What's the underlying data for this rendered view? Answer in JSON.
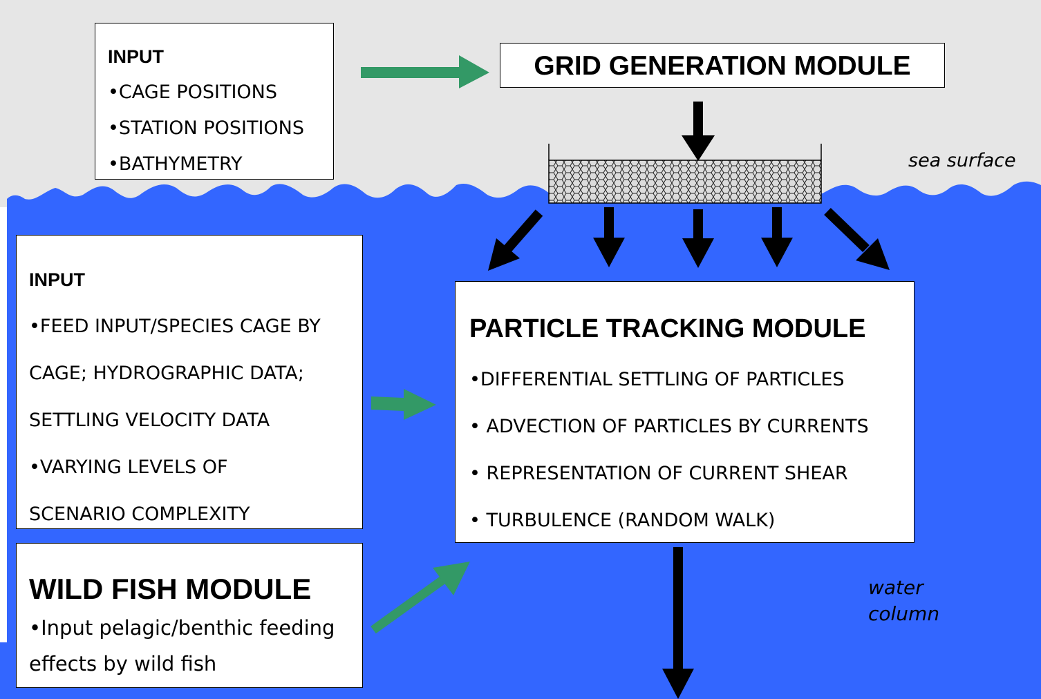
{
  "input_box_1": {
    "title": "INPUT",
    "items": [
      "•CAGE POSITIONS",
      "•STATION POSITIONS",
      "•BATHYMETRY"
    ]
  },
  "grid_module": {
    "title": "GRID GENERATION MODULE"
  },
  "input_box_2": {
    "title": "INPUT",
    "lines": [
      "•FEED INPUT/SPECIES CAGE BY",
      "CAGE; HYDROGRAPHIC DATA;",
      "SETTLING VELOCITY DATA",
      "•VARYING LEVELS OF",
      "SCENARIO COMPLEXITY"
    ]
  },
  "particle_module": {
    "title": "PARTICLE TRACKING MODULE",
    "items": [
      "•DIFFERENTIAL SETTLING OF PARTICLES",
      "• ADVECTION OF PARTICLES BY CURRENTS",
      "• REPRESENTATION OF CURRENT SHEAR",
      "• TURBULENCE (RANDOM WALK)"
    ]
  },
  "wild_fish_module": {
    "title": "WILD FISH MODULE",
    "lines": [
      "•Input pelagic/benthic feeding",
      "effects by wild fish"
    ]
  },
  "labels": {
    "sea_surface": "sea surface",
    "water_column": [
      "water",
      "column"
    ]
  },
  "colors": {
    "sky": "#e6e6e6",
    "water": "#3366ff",
    "green_arrow": "#339966",
    "black_arrow": "#000000"
  }
}
